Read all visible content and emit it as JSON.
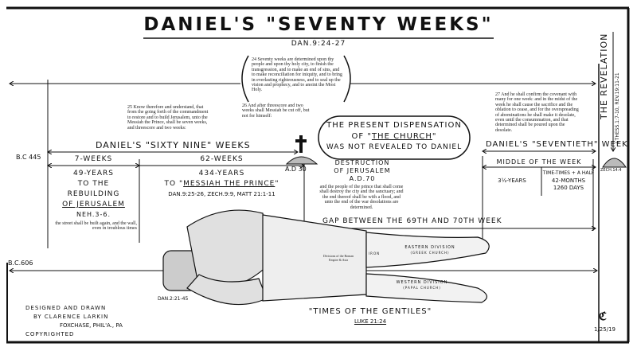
{
  "title": "Daniel's \"Seventy Weeks\"",
  "title_ref": "Dan.9:24-27",
  "verse_24": "24 Seventy weeks are determined upon thy people and upon thy holy city, to finish the transgression, and to make an end of sins, and to make reconciliation for iniquity, and to bring in everlasting righteousness, and to seal up the vision and prophecy, and to anoint the Most Holy.",
  "verse_25": "25 Know therefore and understand, that from the going forth of the commandment to restore and to build Jerusalem, unto the Messiah the Prince, shall be seven weeks, and threescore and two weeks:",
  "verse_26": "26 And after threescore and two weeks shall Messiah be cut off, but not for himself:",
  "verse_27": "27 And he shall confirm the covenant with many for one week: and in the midst of the week he shall cause the sacrifice and the oblation to cease, and for the overspreading of abominations he shall make it desolate, even until the consummation, and that determined shall be poured upon the desolate.",
  "dispensation": {
    "line1": "The Present Dispensation",
    "line2_prefix": "Of \"",
    "line2_em": "The Church",
    "line2_suffix": "\"",
    "line3": "Was Not Revealed To Daniel"
  },
  "sixty_nine": "Daniel's \"Sixty Nine\" Weeks",
  "seventieth": "Daniel's \"Seventieth\" Week",
  "bc445": "B.C 445",
  "ad30": "A.D 30",
  "seven_weeks": {
    "label": "7-Weeks",
    "years": "49-Years",
    "l1": "To The",
    "l2": "Rebuilding",
    "l3": "Of Jerusalem",
    "ref": "Neh.3-6.",
    "verse": "the street shall be built again, and the wall, even in troublous times"
  },
  "sixty_two_weeks": {
    "label": "62-Weeks",
    "years": "434-Years",
    "to": "To \"",
    "messiah": "Messiah The Prince",
    "close": "\"",
    "ref": "Dan.9:25-26, Zech.9:9, Matt 21:1-11"
  },
  "destruction": {
    "l1": "Destruction",
    "l2": "Of Jerusalem",
    "l3": "A.D.70",
    "verse": "and the people of the prince that shall come shall destroy the city and the sanctuary; and the end thereof shall be with a flood, and unto the end of the war desolations are determined."
  },
  "gap": "Gap Between The 69th and 70th Week",
  "middle_week": "Middle Of The Week",
  "three_half": "3½-Years",
  "time_times": {
    "l1": "Time-Times + A Half",
    "l2": "42-Months",
    "l3": "1260 Days"
  },
  "zech": "Zech.14:4",
  "revelation": {
    "title": "The Revelation",
    "ref": "I.Thess.1:7-10, Rev.19:11-21"
  },
  "bc606": "B.C.606",
  "statue": {
    "ref": "Dan.2:21-45",
    "eastern": "Eastern Division",
    "eastern_sub": "(Greek Church)",
    "western": "Western Division",
    "western_sub": "(Papal Church)",
    "iron": "Iron",
    "belly": "Divisions of the Roman Empire & Asia"
  },
  "gentiles": "\"Times Of The Gentiles\"",
  "gentiles_ref": "Luke 21:24",
  "credits": {
    "l1": "Designed And Drawn",
    "l2": "By Clarence Larkin",
    "l3": "FoxChase, Phil'a., Pa",
    "l4": "Copyrighted"
  },
  "monogram": "CL",
  "date": "1/25/19"
}
